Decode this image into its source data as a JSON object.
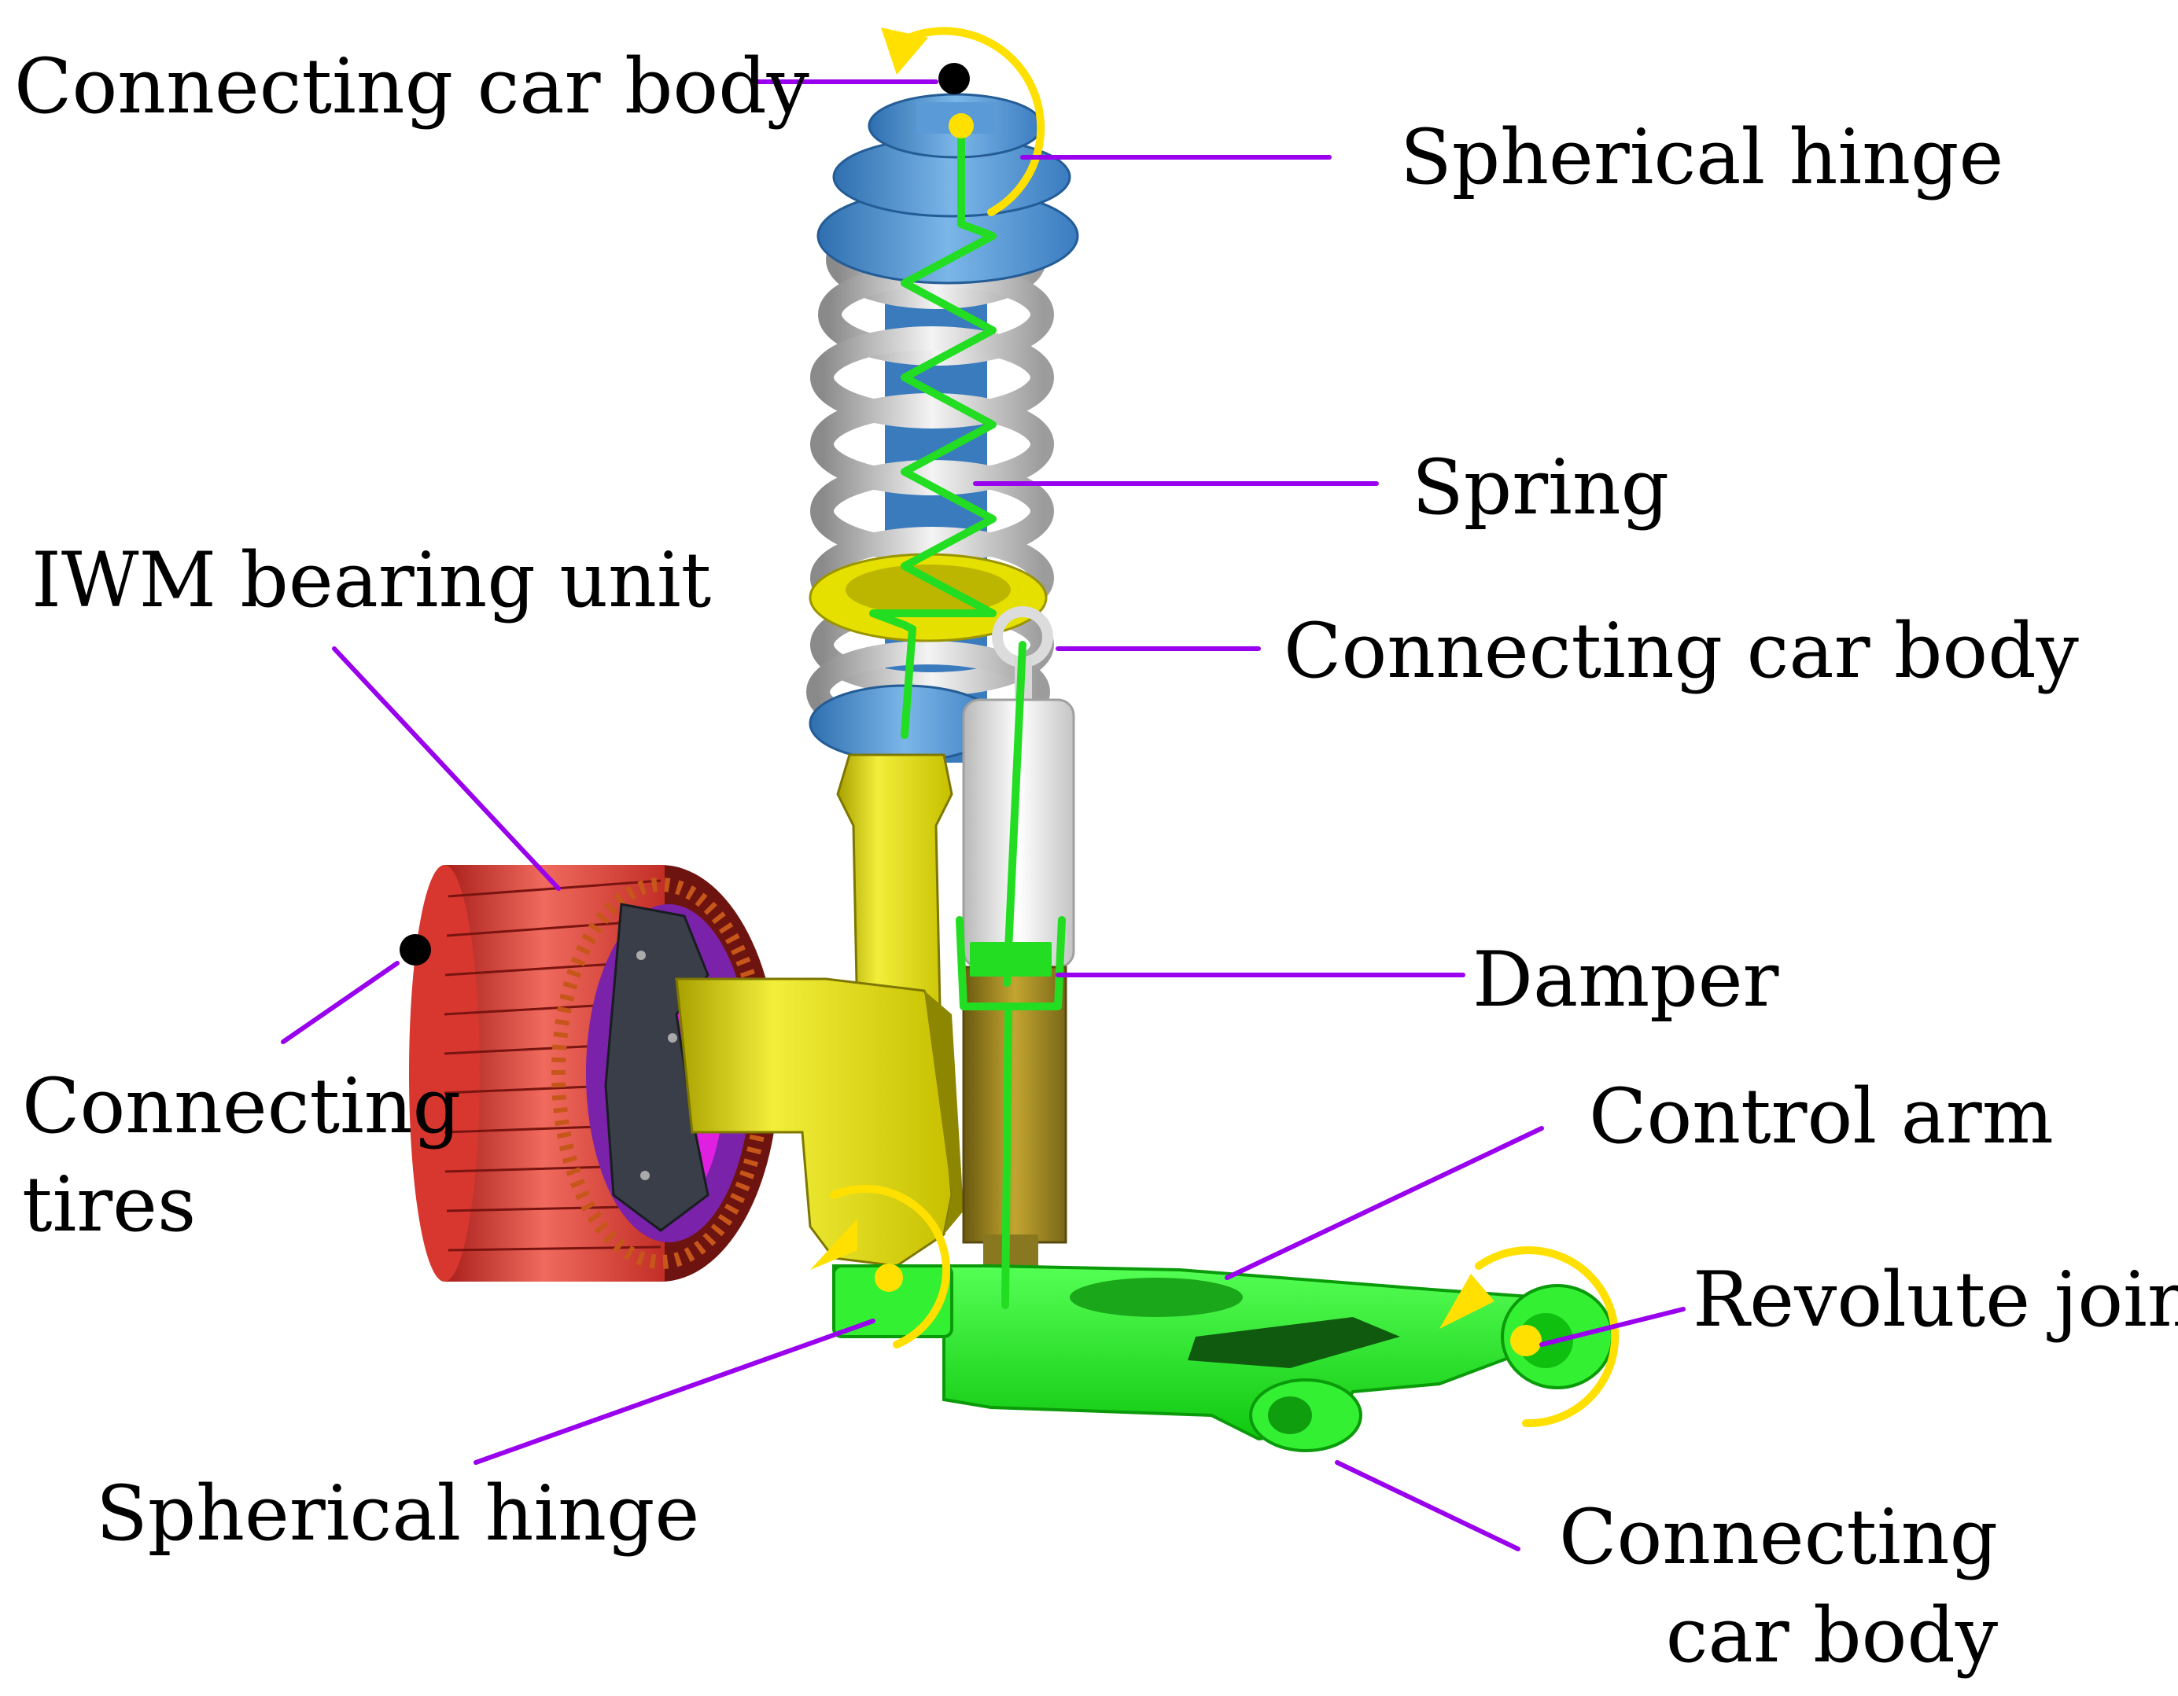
{
  "labels": {
    "connecting_car_body_top": "Connecting car body",
    "spherical_hinge_top": "Spherical hinge",
    "spring": "Spring",
    "iwm_bearing_unit": "IWM bearing unit",
    "connecting_car_body_mid": "Connecting car body",
    "connecting_tires": "Connecting\ntires",
    "damper": "Damper",
    "control_arm": "Control arm",
    "revolute_joint": "Revolute joint",
    "spherical_hinge_bottom": "Spherical hinge",
    "connecting_car_body_bottom": "Connecting\ncar body"
  },
  "colors": {
    "leader_line": "#9900ee",
    "spring_coil": "#c8c8c8",
    "spring_seat": "#4a8ccd",
    "strut_housing": "#e6e000",
    "damper_body": "#e6e6e6",
    "control_arm": "#22ee22",
    "tire": "#e8443c",
    "hub_disc": "#7a22aa",
    "joint_marker": "#ffe000",
    "spring_schematic": "#22dd22"
  }
}
